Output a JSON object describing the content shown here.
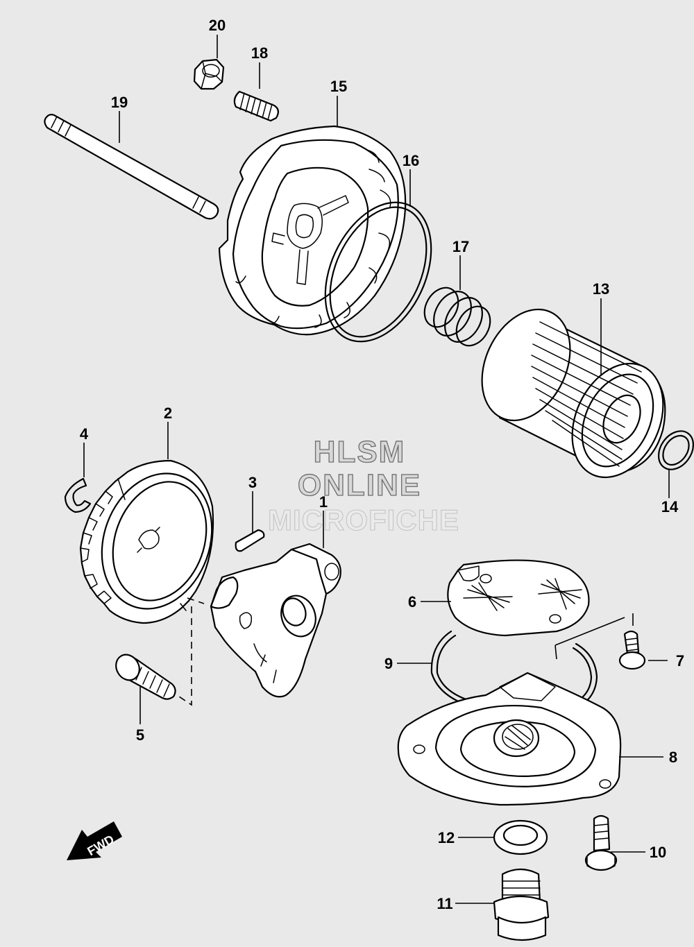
{
  "watermark": {
    "line1": "HLSM",
    "line2": "ONLINE",
    "line3": "MICROFICHE"
  },
  "fwd_label": "FWD",
  "callouts": {
    "c1": "1",
    "c2": "2",
    "c3": "3",
    "c4": "4",
    "c5": "5",
    "c6": "6",
    "c7": "7",
    "c8": "8",
    "c9": "9",
    "c10": "10",
    "c11": "11",
    "c12": "12",
    "c13": "13",
    "c14": "14",
    "c15": "15",
    "c16": "16",
    "c17": "17",
    "c18": "18",
    "c19": "19",
    "c20": "20"
  }
}
